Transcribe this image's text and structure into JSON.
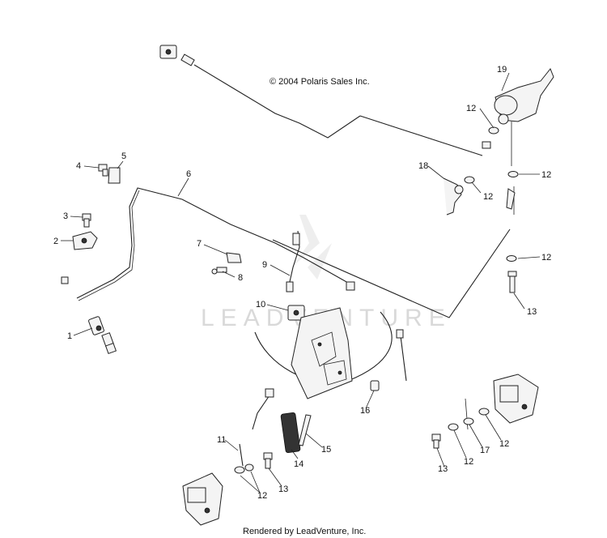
{
  "copyright": "© 2004 Polaris Sales Inc.",
  "watermark": "LEADVENTURE",
  "footer": "Rendered by LeadVenture, Inc.",
  "callouts": {
    "c1": "1",
    "c2": "2",
    "c3": "3",
    "c4": "4",
    "c5": "5",
    "c6": "6",
    "c7": "7",
    "c8": "8",
    "c9": "9",
    "c10": "10",
    "c11": "11",
    "c12a": "12",
    "c12b": "12",
    "c12c": "12",
    "c12d": "12",
    "c12e": "12",
    "c12f": "12",
    "c12g": "12",
    "c13a": "13",
    "c13b": "13",
    "c13c": "13",
    "c14": "14",
    "c15": "15",
    "c16": "16",
    "c17": "17",
    "c18": "18",
    "c19": "19"
  }
}
